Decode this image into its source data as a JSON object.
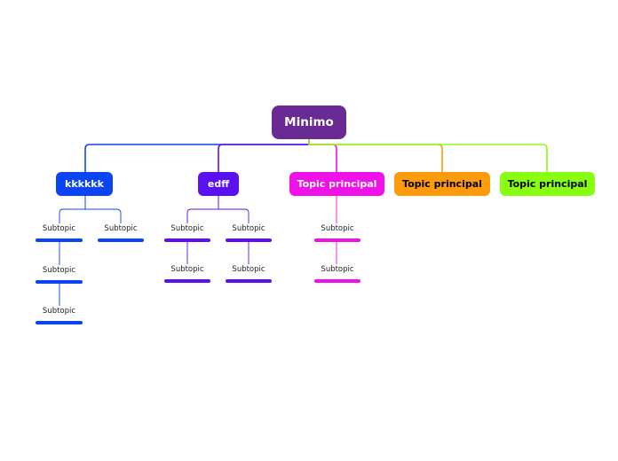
{
  "central": {
    "label": "Minimo",
    "color": "#6a2a93",
    "text_color": "#ffffff"
  },
  "topics": [
    {
      "id": "t1",
      "label": "kkkkkk",
      "color": "#0a44f5",
      "text_color": "#ffffff",
      "subtopics": [
        {
          "label": "Subtopic",
          "children": [
            {
              "label": "Subtopic",
              "children": [
                {
                  "label": "Subtopic"
                }
              ]
            }
          ]
        },
        {
          "label": "Subtopic"
        }
      ]
    },
    {
      "id": "t2",
      "label": "edff",
      "color": "#5a10f0",
      "text_color": "#ffffff",
      "subtopics": [
        {
          "label": "Subtopic",
          "children": [
            {
              "label": "Subtopic"
            }
          ]
        },
        {
          "label": "Subtopic",
          "children": [
            {
              "label": "Subtopic"
            }
          ]
        }
      ]
    },
    {
      "id": "t3",
      "label": "Topic principal",
      "color": "#f010e8",
      "text_color": "#ffffff",
      "subtopics": [
        {
          "label": "Subtopic",
          "children": [
            {
              "label": "Subtopic"
            }
          ]
        }
      ]
    },
    {
      "id": "t4",
      "label": "Topic principal",
      "color": "#ff9a0a",
      "text_color": "#000000",
      "subtopics": []
    },
    {
      "id": "t5",
      "label": "Topic principal",
      "color": "#88ff10",
      "text_color": "#000000",
      "subtopics": []
    }
  ]
}
